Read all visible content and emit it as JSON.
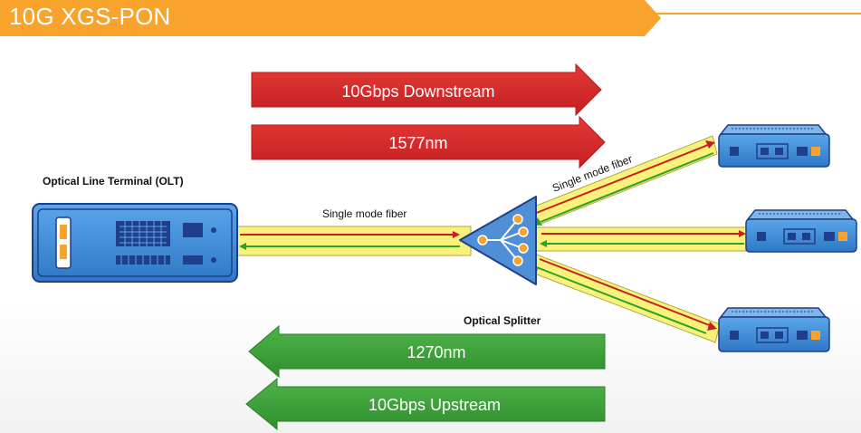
{
  "header": {
    "title": "10G XGS-PON",
    "banner_color": "#f7a32c"
  },
  "arrows": {
    "downstream_rate": "10Gbps Downstream",
    "downstream_wavelength": "1577nm",
    "upstream_wavelength": "1270nm",
    "upstream_rate": "10Gbps Upstream",
    "downstream_color": "#d7282a",
    "upstream_color": "#3c9d3a"
  },
  "olt": {
    "label": "Optical Line Terminal (OLT)"
  },
  "fiber": {
    "trunk_label": "Single mode fiber",
    "branch_label": "Single mode fiber"
  },
  "splitter": {
    "label": "Optical Splitter"
  },
  "colors": {
    "fiber_fill": "#f8f27a",
    "device_blue": "#3f8fd8",
    "device_dark": "#1f3f8a"
  }
}
